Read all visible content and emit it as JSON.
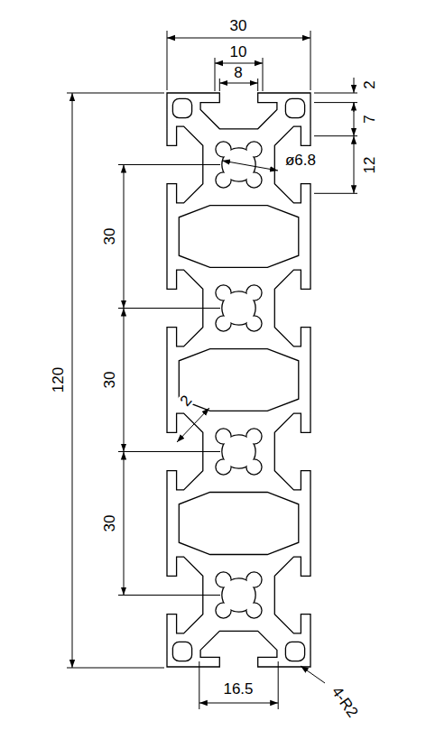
{
  "diagram": {
    "labels": [
      "30",
      "10",
      "8",
      "2",
      "7",
      "12",
      "ø6.8",
      "120",
      "30",
      "30",
      "30",
      "2",
      "16.5",
      "4-R2"
    ]
  }
}
